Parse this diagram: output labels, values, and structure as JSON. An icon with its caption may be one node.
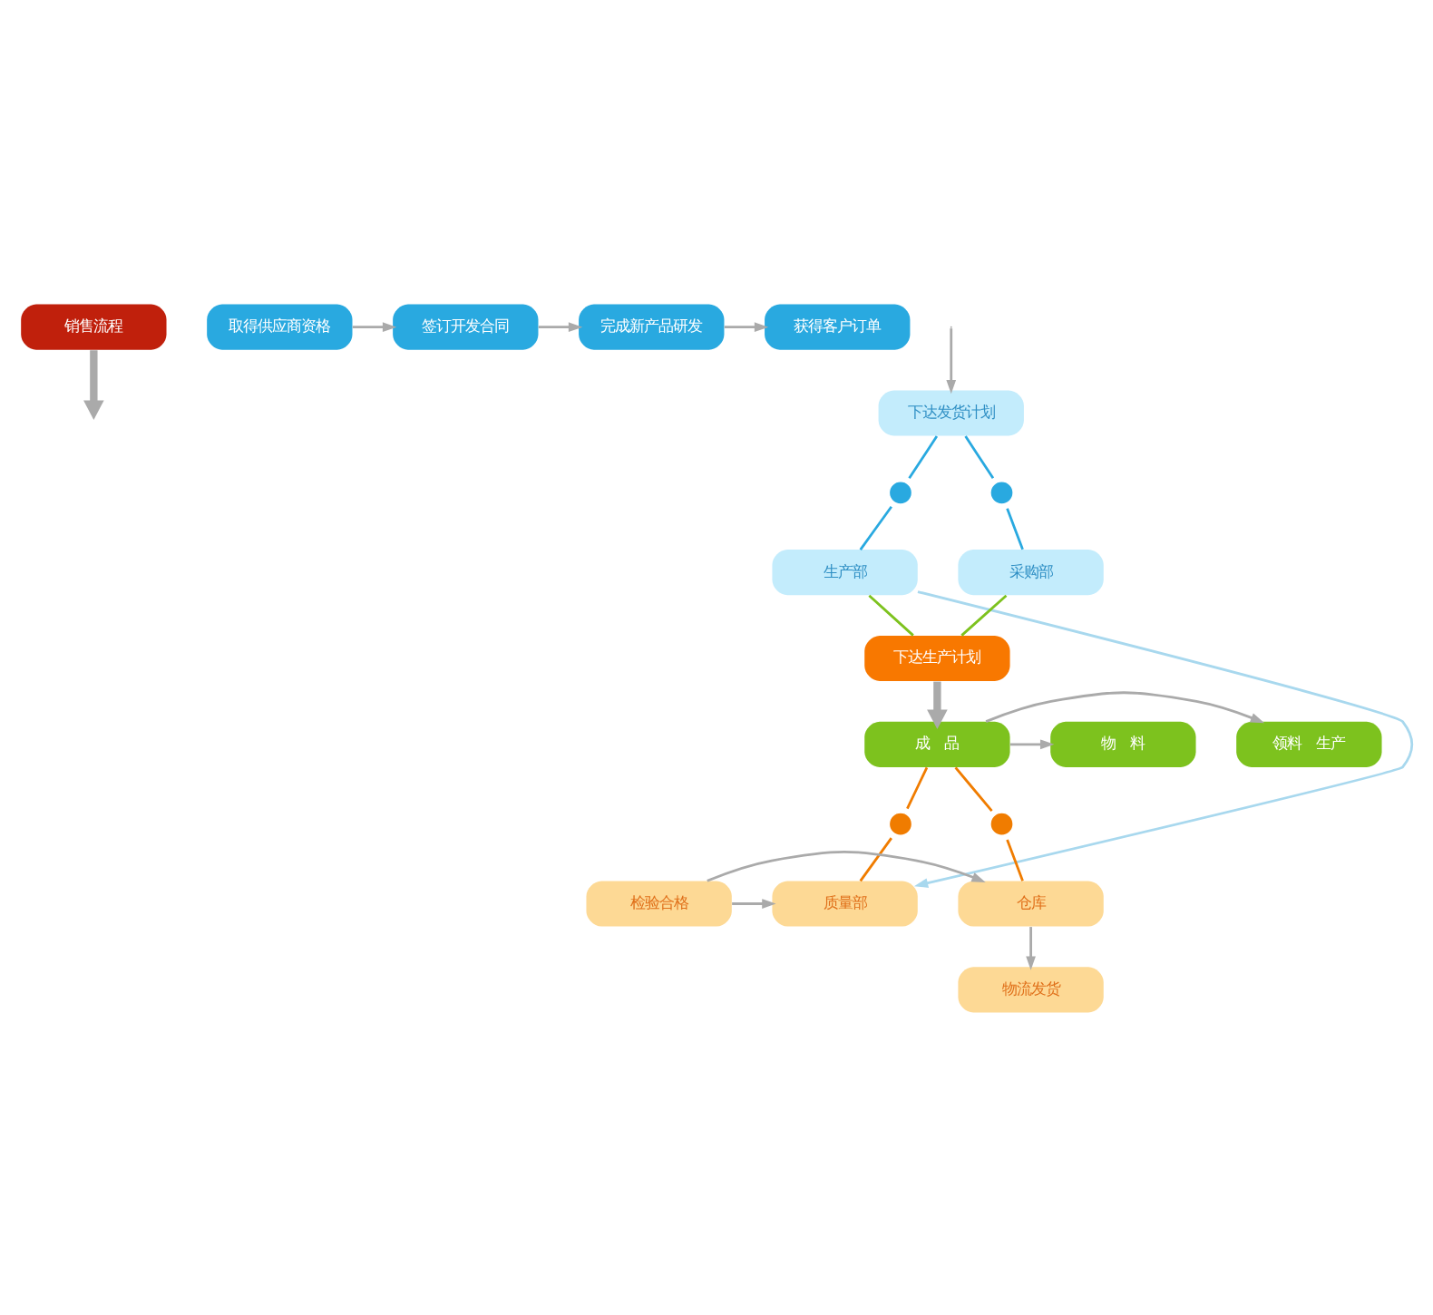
{
  "diagram": {
    "nodes": [
      {
        "text": [
          "销售流程"
        ]
      },
      {
        "text": [
          "取得供应商资格"
        ]
      },
      {
        "text": [
          "签订开发合同"
        ]
      },
      {
        "text": [
          "完成新产品研发"
        ]
      },
      {
        "text": [
          "获得客户订单"
        ]
      },
      {
        "text": [
          "下达发货计划"
        ]
      },
      {
        "text": [],
        "shape": "clock"
      },
      {
        "text": [],
        "shape": "clock"
      },
      {
        "text": [
          "生产部"
        ]
      },
      {
        "text": [
          "采购部"
        ]
      },
      {
        "text": [
          "下达生产计划"
        ]
      },
      {
        "text": [
          "领料　生产"
        ]
      },
      {
        "text": [
          "成　品"
        ]
      },
      {
        "text": [
          "物　料"
        ]
      },
      {
        "text": [],
        "shape": "clock"
      },
      {
        "text": [],
        "shape": "clock"
      },
      {
        "text": [
          "仓库"
        ]
      },
      {
        "text": [
          "检验合格"
        ]
      },
      {
        "text": [
          "质量部"
        ]
      },
      {
        "text": [
          "物流发货"
        ]
      }
    ],
    "edges": [
      {
        "from": 1,
        "to": 2,
        "arrow": "to"
      },
      {
        "from": 2,
        "to": 3,
        "arrow": "to"
      },
      {
        "from": 3,
        "to": 4,
        "arrow": "to"
      },
      {
        "from": 0,
        "to": null,
        "arrow": "to",
        "style": "thick"
      },
      {
        "from": null,
        "to": 5,
        "arrow": "to"
      },
      {
        "from": 5,
        "to": 6,
        "arrow": "none",
        "color": "#29a9e0"
      },
      {
        "from": 6,
        "to": 8,
        "arrow": "none",
        "color": "#29a9e0"
      },
      {
        "from": 5,
        "to": 7,
        "arrow": "none",
        "color": "#29a9e0"
      },
      {
        "from": 7,
        "to": 9,
        "arrow": "none",
        "color": "#29a9e0"
      },
      {
        "from": 8,
        "to": 10,
        "arrow": "none",
        "color": "#7dc21e"
      },
      {
        "from": 9,
        "to": 10,
        "arrow": "none",
        "color": "#7dc21e"
      },
      {
        "from": 10,
        "to": 12,
        "arrow": "to",
        "style": "thick"
      },
      {
        "from": 12,
        "to": 11,
        "arrow": "to"
      },
      {
        "from": 12,
        "to": 13,
        "arrow": "to"
      },
      {
        "from": 12,
        "to": 14,
        "arrow": "none",
        "color": "#f07c00"
      },
      {
        "from": 14,
        "to": 16,
        "arrow": "none",
        "color": "#f07c00"
      },
      {
        "from": 12,
        "to": 15,
        "arrow": "none",
        "color": "#f07c00"
      },
      {
        "from": 15,
        "to": 18,
        "arrow": "none",
        "color": "#f07c00"
      },
      {
        "from": 17,
        "to": 16,
        "arrow": "to"
      },
      {
        "from": 17,
        "to": 18,
        "arrow": "to"
      },
      {
        "from": 16,
        "to": 19,
        "arrow": "to"
      },
      {
        "from": 8,
        "to": 18,
        "arrow": "to",
        "color": "#a8d8ee"
      }
    ]
  }
}
